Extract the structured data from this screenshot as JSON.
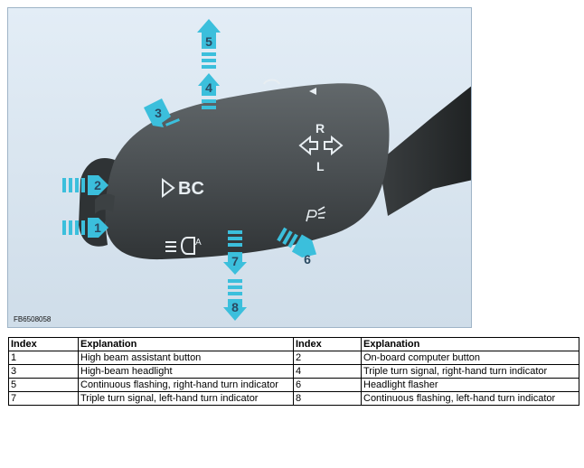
{
  "figure": {
    "code": "FB6508058",
    "symbols": {
      "bc": "BC",
      "r": "R",
      "l": "L"
    },
    "callouts": [
      "1",
      "2",
      "3",
      "4",
      "5",
      "6",
      "7",
      "8"
    ],
    "colors": {
      "lever": "#4a4f52",
      "arrow": "#3bbfdc",
      "callout_text": "#2a4a62"
    }
  },
  "table": {
    "headers": [
      "Index",
      "Explanation",
      "Index",
      "Explanation"
    ],
    "rows": [
      [
        "1",
        "High beam assistant button",
        "2",
        "On-board computer button"
      ],
      [
        "3",
        "High-beam headlight",
        "4",
        "Triple turn signal, right-hand turn indicator"
      ],
      [
        "5",
        "Continuous flashing, right-hand turn indicator",
        "6",
        "Headlight flasher"
      ],
      [
        "7",
        "Triple turn signal, left-hand turn indicator",
        "8",
        "Continuous flashing, left-hand turn indicator"
      ]
    ]
  }
}
